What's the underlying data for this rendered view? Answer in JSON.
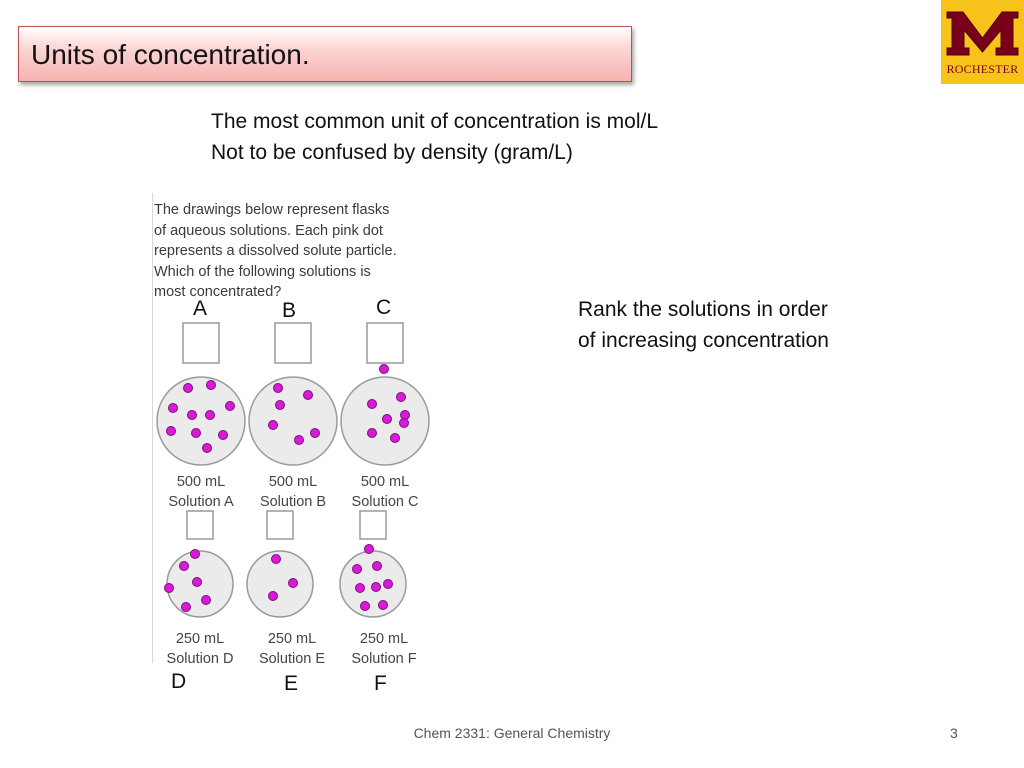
{
  "slide": {
    "title": "Units of concentration.",
    "logo_text": "ROCHESTER",
    "intro_lines": [
      "The most common unit of concentration is mol/L",
      "Not to be confused by density (gram/L)"
    ],
    "question_lines": [
      "The drawings below represent flasks",
      "of aqueous solutions. Each pink dot",
      "represents a dissolved solute particle.",
      "Which of the following solutions is",
      "most concentrated?"
    ],
    "rank_lines": [
      "Rank the solutions in order",
      "of increasing concentration"
    ],
    "footer": "Chem 2331: General Chemistry",
    "page_number": "3"
  },
  "flasks": [
    {
      "letter": "A",
      "volume": "500 mL",
      "name": "Solution A",
      "particles": 10
    },
    {
      "letter": "B",
      "volume": "500 mL",
      "name": "Solution B",
      "particles": 6
    },
    {
      "letter": "C",
      "volume": "500 mL",
      "name": "Solution C",
      "particles": 8
    },
    {
      "letter": "D",
      "volume": "250 mL",
      "name": "Solution D",
      "particles": 6
    },
    {
      "letter": "E",
      "volume": "250 mL",
      "name": "Solution E",
      "particles": 3
    },
    {
      "letter": "F",
      "volume": "250 mL",
      "name": "Solution F",
      "particles": 8
    }
  ],
  "colors": {
    "title_border": "#c0504d",
    "logo_bg": "#f7c21a",
    "logo_maroon": "#7a0019",
    "particle": "#d91ad9"
  }
}
